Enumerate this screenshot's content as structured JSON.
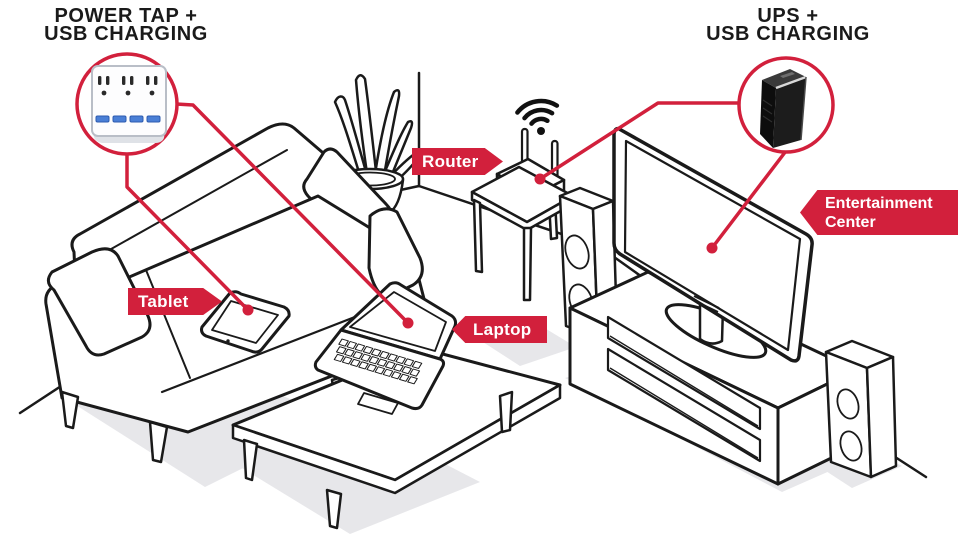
{
  "colors": {
    "accent": "#d2203c",
    "ink": "#1a1a1a",
    "shadow": "#e7e7ea",
    "usb_blue": "#4a7fd6"
  },
  "headings": {
    "power_tap": {
      "line1": "POWER TAP +",
      "line2": "USB CHARGING"
    },
    "ups": {
      "line1": "UPS +",
      "line2": "USB CHARGING"
    }
  },
  "labels": {
    "router": "Router",
    "tablet": "Tablet",
    "laptop": "Laptop",
    "entertainment": {
      "line1": "Entertainment",
      "line2": "Center"
    }
  },
  "icons": {
    "wifi": "wifi-icon",
    "power_tap_device": "power-tap-outlet-icon",
    "ups_device": "ups-battery-icon"
  },
  "scene_objects": [
    "sofa",
    "throw pillow",
    "potted plant",
    "tablet",
    "coffee table",
    "laptop",
    "side table",
    "wifi router",
    "tv",
    "entertainment stand",
    "speakers",
    "power tap with usb ports",
    "ups with usb charging"
  ]
}
